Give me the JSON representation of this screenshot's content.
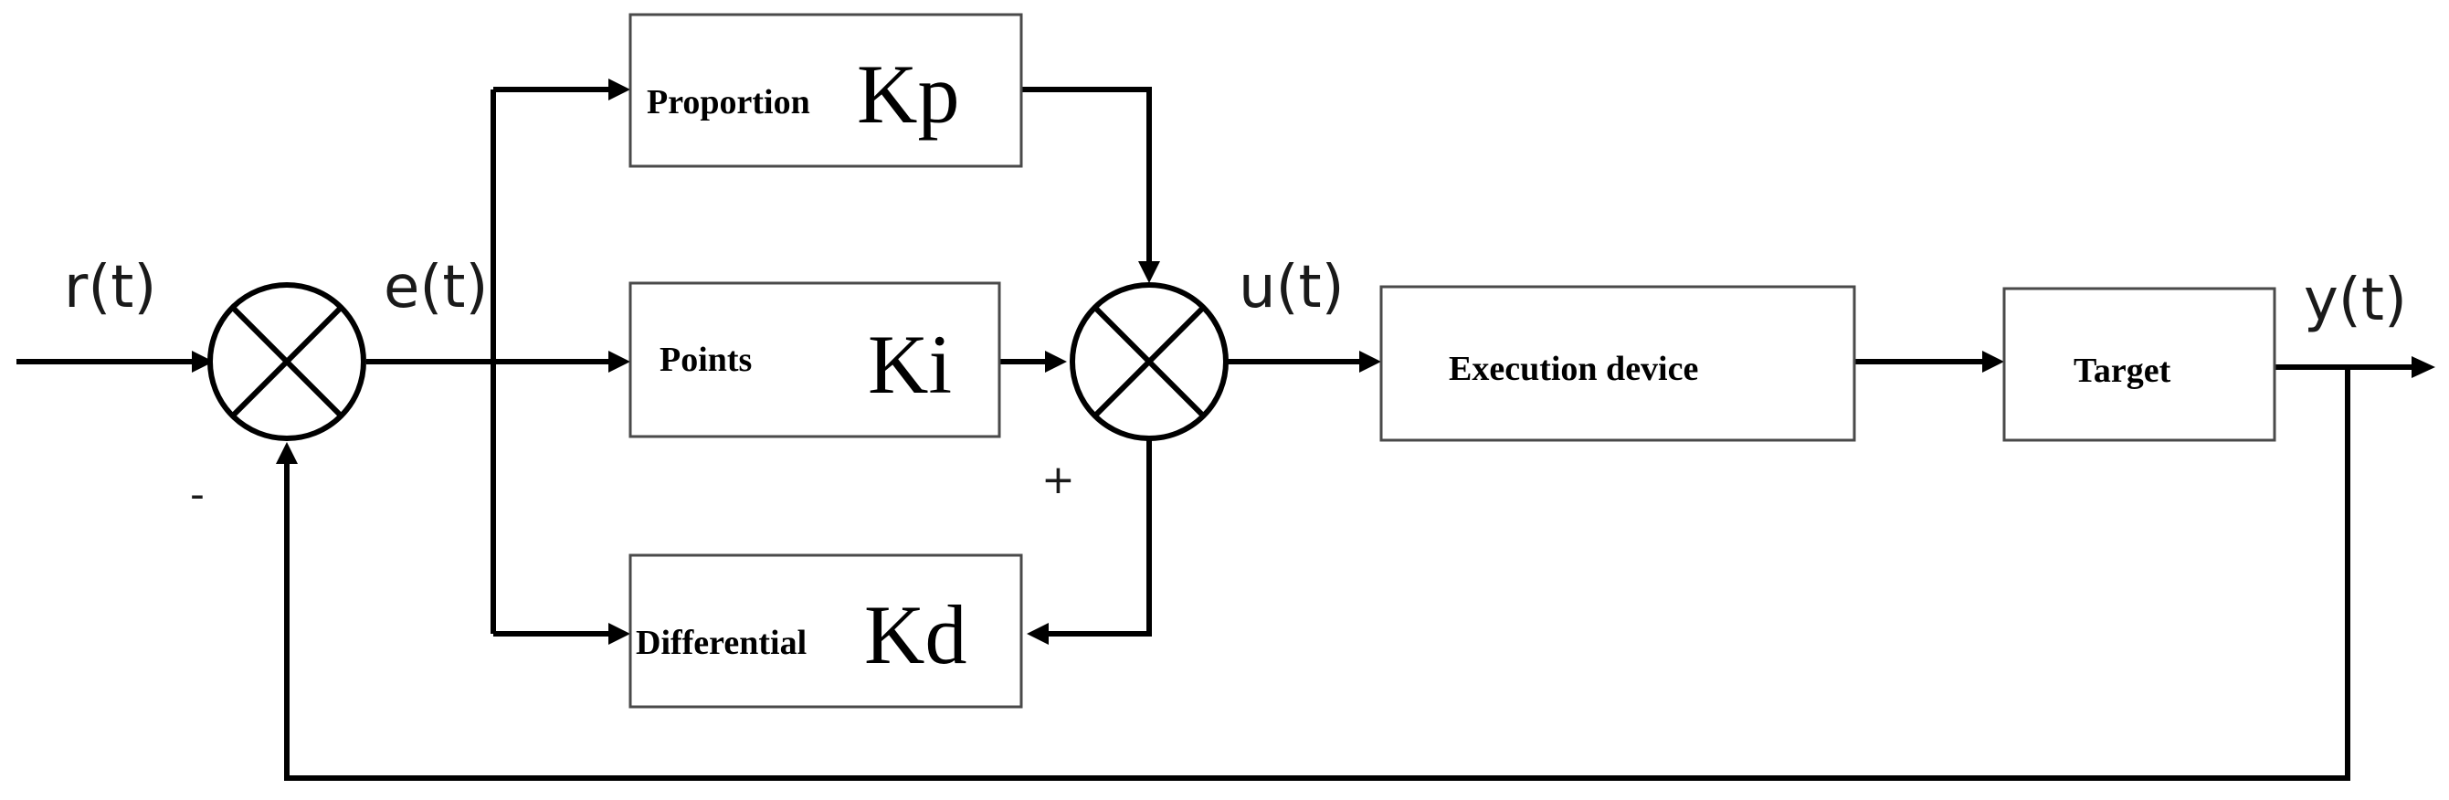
{
  "signals": {
    "reference": "r(t)",
    "error": "e(t)",
    "control": "u(t)",
    "output": "y(t)"
  },
  "signs": {
    "feedback_minus": "-",
    "derivative_plus": "+"
  },
  "blocks": {
    "proportional": {
      "label": "Proportion",
      "gain": "Kp"
    },
    "integral": {
      "label": "Points",
      "gain": "Ki"
    },
    "derivative": {
      "label": "Differential",
      "gain": "Kd"
    },
    "actuator": {
      "label": "Execution device"
    },
    "plant": {
      "label": "Target"
    }
  }
}
